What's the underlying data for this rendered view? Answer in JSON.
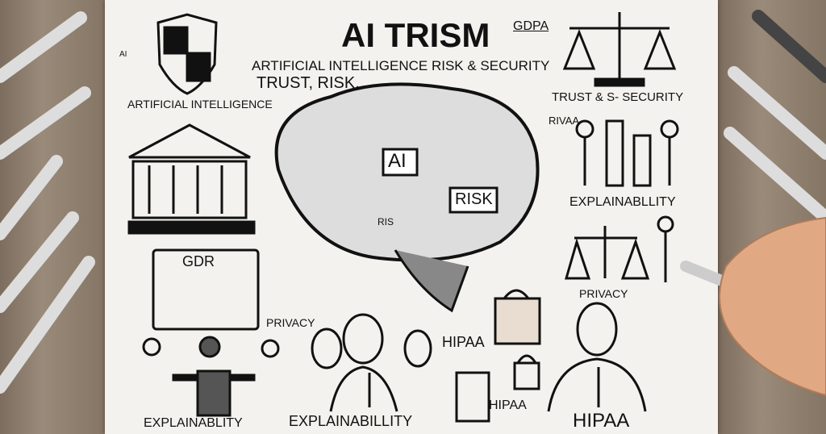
{
  "title": "AI TRISM",
  "gdpa": "GDPA",
  "subtitle1": "ARTIFICIAL INTELLIGENCE RISK & SECURITY",
  "subtitle2": "TRUST, RISK,",
  "left_label": "ARTIFICIAL INTELLIGENCE",
  "left_small": "AI",
  "right_label": "TRUST & S- SECURITY",
  "rivaa": "RIVAA",
  "brain_labels": [
    "AI",
    "RISK",
    "RIS"
  ],
  "explain_right": "EXPLAINABLLITY",
  "gdr": "GDR",
  "privacy_left": "PRIVACY",
  "privacy_right": "PRIVACY",
  "hipaa": [
    "HIPAA",
    "HIPAA",
    "HIPAA"
  ],
  "explain_bottom_left": "EXPLAINABLITY",
  "explain_bottom_mid": "EXPLAINABILLITY",
  "colors": {
    "paper": "#f4f2ee",
    "ink": "#111111",
    "wood": "#8a7a6a"
  }
}
